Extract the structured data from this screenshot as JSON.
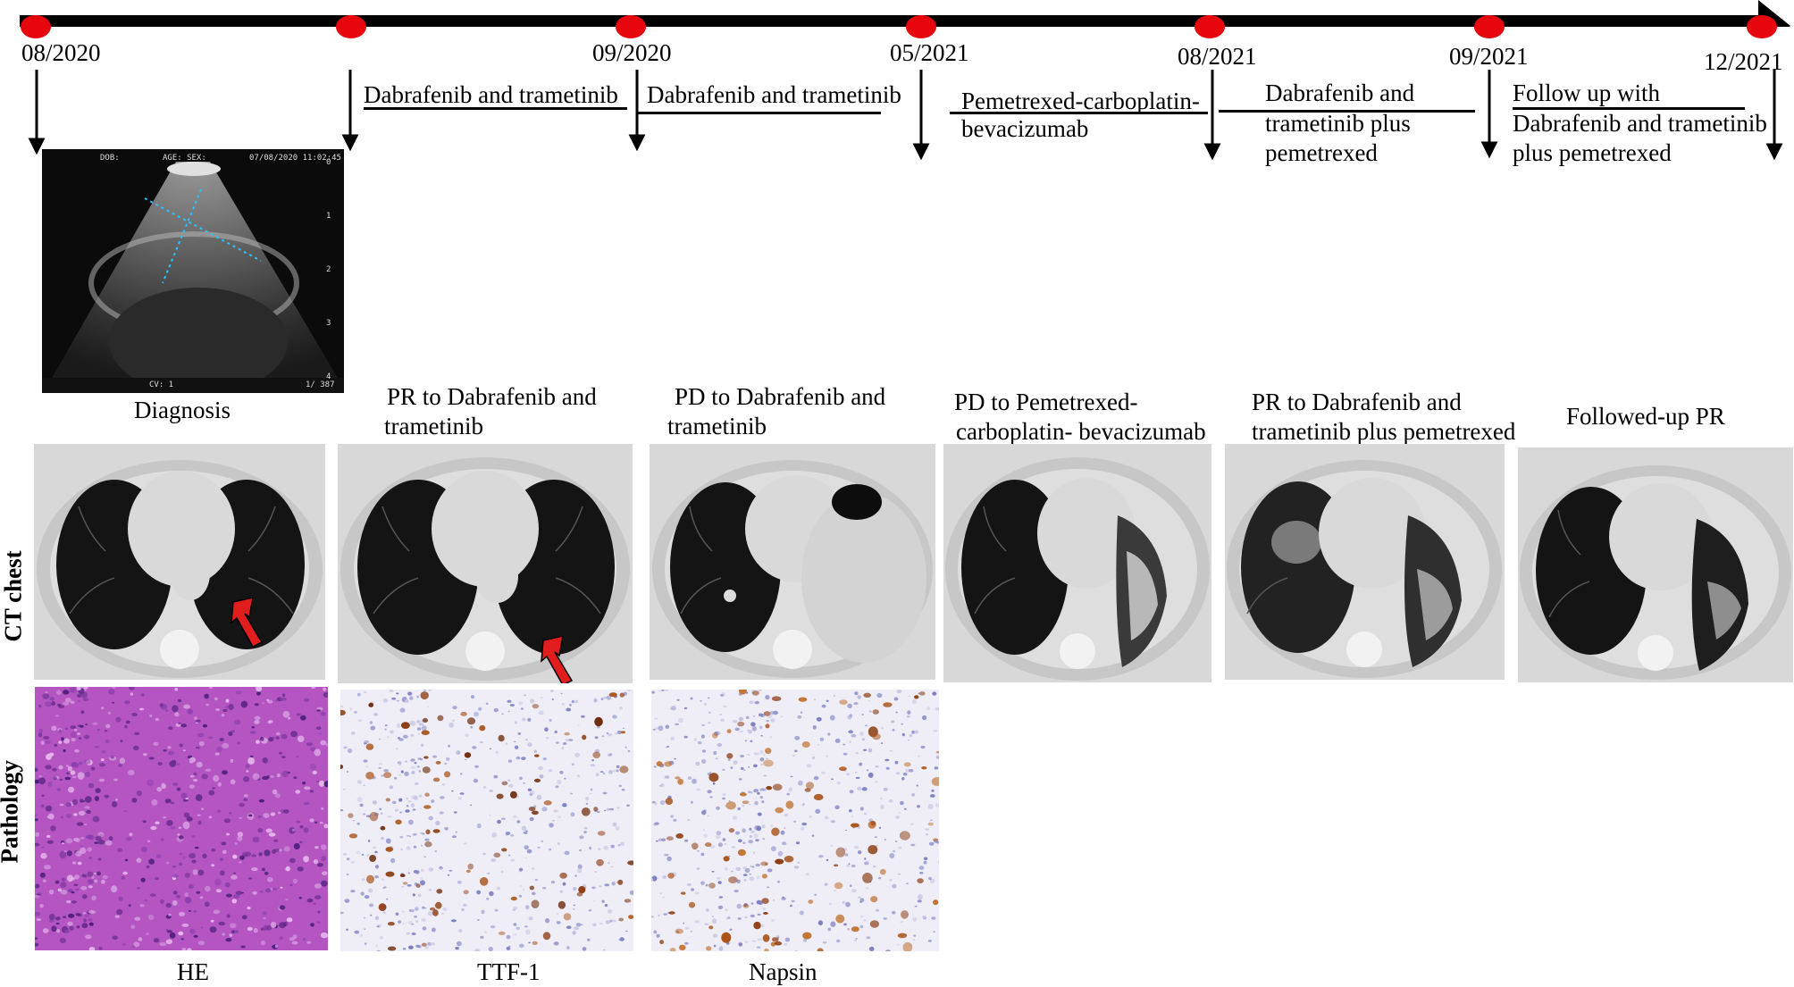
{
  "timeline": {
    "dates": [
      "08/2020",
      "09/2020",
      "05/2021",
      "08/2021",
      "09/2021",
      "12/2021"
    ],
    "treatments": [
      [
        "Dabrafenib and trametinib"
      ],
      [
        "Dabrafenib and trametinib"
      ],
      [
        "Pemetrexed-carboplatin-",
        "bevacizumab"
      ],
      [
        "Dabrafenib and",
        "trametinib plus",
        "pemetrexed"
      ],
      [
        "Follow up with",
        "Dabrafenib and trametinib",
        "plus pemetrexed"
      ]
    ]
  },
  "diagnosis_label": "Diagnosis",
  "ct_captions": [
    [
      "PR to Dabrafenib and",
      "trametinib"
    ],
    [
      "PD to Dabrafenib and",
      "trametinib"
    ],
    [
      "PD to Pemetrexed-",
      "carboplatin- bevacizumab"
    ],
    [
      "PR to Dabrafenib and",
      "trametinib  plus pemetrexed"
    ],
    [
      "Followed-up PR"
    ]
  ],
  "row_labels": {
    "ct": "CT chest",
    "pathology": "Pathology"
  },
  "pathology_captions": [
    "HE",
    "TTF-1",
    "Napsin"
  ],
  "ultrasound_overlay": {
    "dob": "DOB:",
    "age_sex": "AGE: SEX:",
    "datetime": "07/08/2020 11:02:45",
    "cv": "CV:  1",
    "frame": "1/  387",
    "scale": [
      "0",
      "1",
      "2",
      "3",
      "4"
    ]
  },
  "colors": {
    "timeline_dot": "#e8060e",
    "arrow_marker": "#e21d1d",
    "he_stain": "#b455c2",
    "ihc_brown": "#8c3d12",
    "ihc_blue": "#7d7fc2"
  }
}
